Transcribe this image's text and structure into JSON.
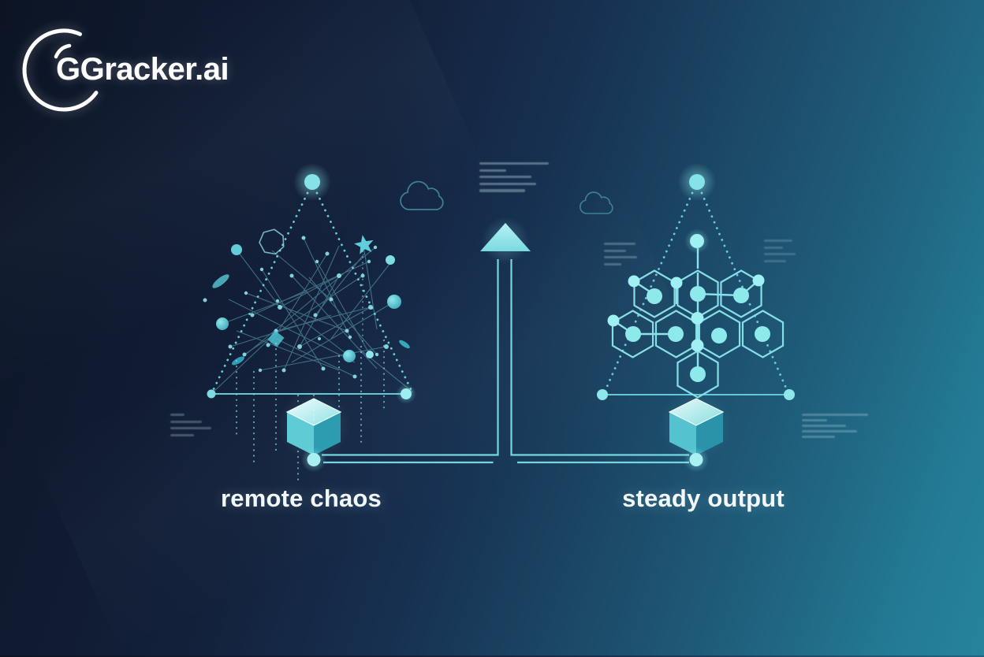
{
  "logo": {
    "text": "GGracker.ai"
  },
  "comparison": {
    "left_label": "remote chaos",
    "right_label": "steady output"
  },
  "icons": {
    "logo_mark": "crescent-circle-icon",
    "left_figure": "chaos-network-triangle",
    "right_figure": "hexagon-grid-triangle",
    "center": "arrow-up-icon",
    "clouds": "cloud-outline-icon",
    "cubes": "isometric-cube-icon"
  },
  "colors": {
    "background_dark": "#0c1424",
    "background_teal": "#26839c",
    "accent": "#7fdbe0",
    "accent_bright": "#9ff0f2",
    "label_text": "#f2f7fa",
    "logo_text": "#ffffff"
  }
}
